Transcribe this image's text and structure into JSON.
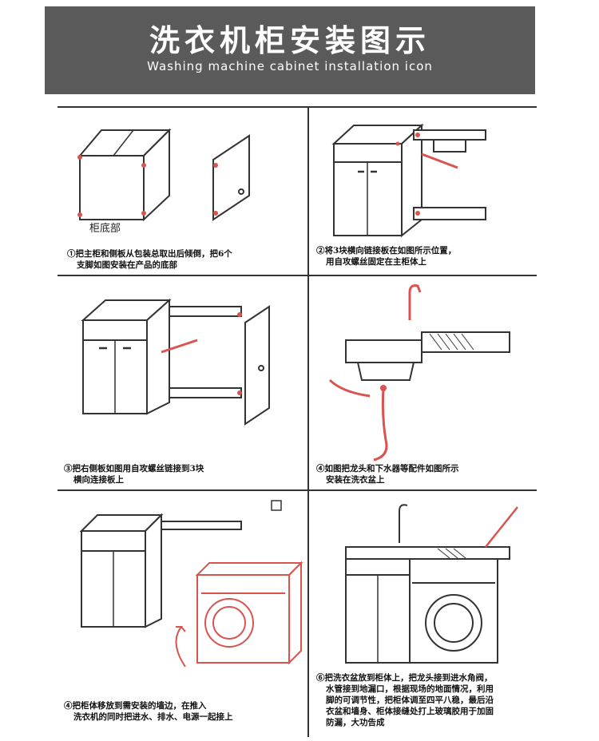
{
  "header": {
    "title_cn": "洗衣机柜安装图示",
    "title_en": "Washing machine cabinet installation icon"
  },
  "steps": [
    {
      "num": "①",
      "text_line1": "把主柜和侧板从包装总取出后倾倒，把6个",
      "text_line2": "支脚如图安装在产品的底部",
      "label": "柜底部"
    },
    {
      "num": "②",
      "text_line1": "将3块横向链接板在如图所示位置，",
      "text_line2": "用自攻螺丝固定在主柜体上"
    },
    {
      "num": "③",
      "text_line1": "把右侧板如图用自攻螺丝链接到3块",
      "text_line2": "横向连接板上"
    },
    {
      "num": "④",
      "text_line1": "如图把龙头和下水器等配件如图所示",
      "text_line2": "安装在洗衣盆上"
    },
    {
      "num": "④",
      "text_line1": "把柜体移放到需安装的墙边，在推入",
      "text_line2": "洗衣机的同时把进水、排水、电源一起接上"
    },
    {
      "num": "⑥",
      "text_line1": "把洗衣盆放到柜体上，把龙头接到进水角阀，",
      "text_line2": "水管接到地漏口，根据现场的地面情况，利用",
      "text_line3": "脚的可调节性，把柜体调至四平八稳，最后沿",
      "text_line4": "衣盆和墙身、柜体接缝处打上玻璃胶用于加固",
      "text_line5": "防漏，大功告成"
    }
  ],
  "colors": {
    "header_bg": "#5a5a5a",
    "accent_red": "#d9534f",
    "line": "#333333"
  }
}
